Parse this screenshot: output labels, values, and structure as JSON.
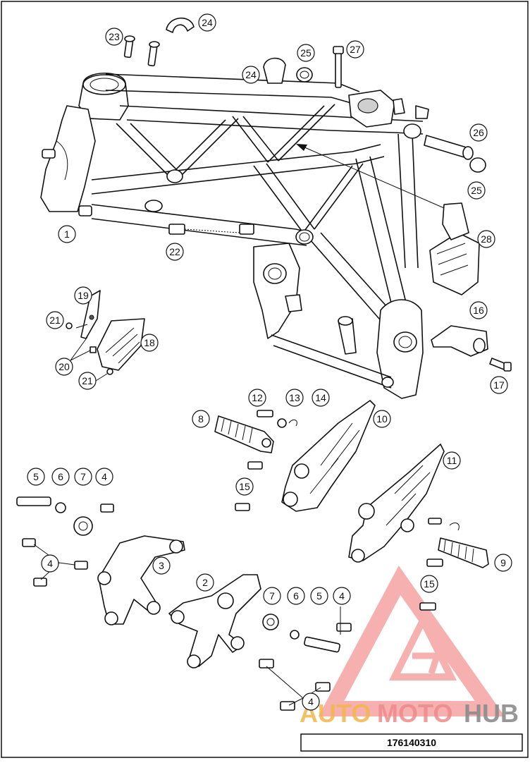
{
  "diagram_number": "176140310",
  "watermark": {
    "word_part1": "AUTO",
    "word_part2": "MOTO",
    "word_part3": "HUB",
    "colors": {
      "part1": "#f2b74a",
      "part2": "#f08a8a",
      "part3": "#8c8c8c",
      "logo": "#f07070"
    }
  },
  "callouts": [
    {
      "id": "c1",
      "text": "1"
    },
    {
      "id": "c2",
      "text": "2"
    },
    {
      "id": "c3",
      "text": "3"
    },
    {
      "id": "c4a",
      "text": "4"
    },
    {
      "id": "c4b",
      "text": "4"
    },
    {
      "id": "c4c",
      "text": "4"
    },
    {
      "id": "c4d",
      "text": "4"
    },
    {
      "id": "c5a",
      "text": "5"
    },
    {
      "id": "c5b",
      "text": "5"
    },
    {
      "id": "c6a",
      "text": "6"
    },
    {
      "id": "c6b",
      "text": "6"
    },
    {
      "id": "c7a",
      "text": "7"
    },
    {
      "id": "c7b",
      "text": "7"
    },
    {
      "id": "c8",
      "text": "8"
    },
    {
      "id": "c9",
      "text": "9"
    },
    {
      "id": "c10",
      "text": "10"
    },
    {
      "id": "c11",
      "text": "11"
    },
    {
      "id": "c12",
      "text": "12"
    },
    {
      "id": "c13",
      "text": "13"
    },
    {
      "id": "c14",
      "text": "14"
    },
    {
      "id": "c15a",
      "text": "15"
    },
    {
      "id": "c15b",
      "text": "15"
    },
    {
      "id": "c16",
      "text": "16"
    },
    {
      "id": "c17",
      "text": "17"
    },
    {
      "id": "c18",
      "text": "18"
    },
    {
      "id": "c19",
      "text": "19"
    },
    {
      "id": "c20",
      "text": "20"
    },
    {
      "id": "c21a",
      "text": "21"
    },
    {
      "id": "c21b",
      "text": "21"
    },
    {
      "id": "c22",
      "text": "22"
    },
    {
      "id": "c23",
      "text": "23"
    },
    {
      "id": "c24a",
      "text": "24"
    },
    {
      "id": "c24b",
      "text": "24"
    },
    {
      "id": "c25a",
      "text": "25"
    },
    {
      "id": "c25b",
      "text": "25"
    },
    {
      "id": "c26",
      "text": "26"
    },
    {
      "id": "c27",
      "text": "27"
    },
    {
      "id": "c28",
      "text": "28"
    }
  ]
}
